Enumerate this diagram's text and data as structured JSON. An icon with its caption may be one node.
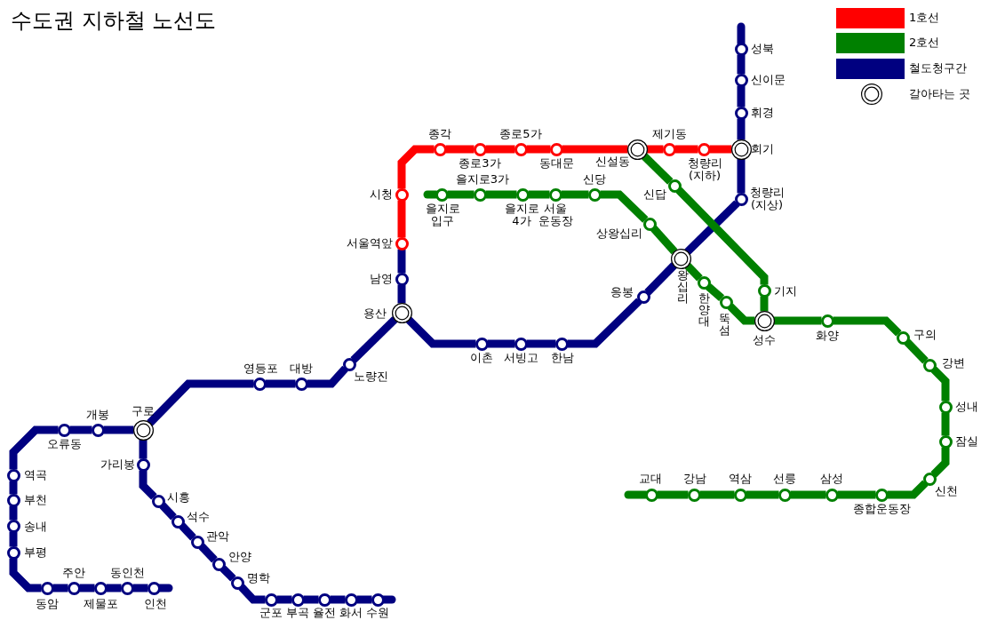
{
  "diagram": {
    "title": "수도권 지하철 노선도",
    "nodes": [
      {
        "text": [],
        "shape": "circle",
        "beside": [
          "서울역앞"
        ]
      },
      {
        "text": [],
        "shape": "circle",
        "beside": [
          "시청"
        ]
      },
      {
        "text": [],
        "shape": "circle",
        "beside": [
          "종각"
        ]
      },
      {
        "text": [],
        "shape": "circle",
        "beside": [
          "종로3가"
        ]
      },
      {
        "text": [],
        "shape": "circle",
        "beside": [
          "종로5가"
        ]
      },
      {
        "text": [],
        "shape": "circle",
        "beside": [
          "동대문"
        ]
      },
      {
        "text": [],
        "shape": "ring",
        "beside": [
          "신설동"
        ]
      },
      {
        "text": [],
        "shape": "circle",
        "beside": [
          "제기동"
        ]
      },
      {
        "text": [],
        "shape": "circle",
        "beside": [
          "청량리 (지하)"
        ]
      },
      {
        "text": [],
        "shape": "ring",
        "beside": [
          "회기"
        ]
      },
      {
        "text": [],
        "shape": "circle",
        "beside": [
          "성북"
        ]
      },
      {
        "text": [],
        "shape": "circle",
        "beside": [
          "신이문"
        ]
      },
      {
        "text": [],
        "shape": "circle",
        "beside": [
          "휘경"
        ]
      },
      {
        "text": [],
        "shape": "circle",
        "beside": [
          "청량리 (지상)"
        ]
      },
      {
        "text": [],
        "shape": "circle",
        "beside": [
          "을지로 입구"
        ]
      },
      {
        "text": [],
        "shape": "circle",
        "beside": [
          "을지로3가"
        ]
      },
      {
        "text": [],
        "shape": "circle",
        "beside": [
          "을지로 4가"
        ]
      },
      {
        "text": [],
        "shape": "circle",
        "beside": [
          "서울 운동장"
        ]
      },
      {
        "text": [],
        "shape": "circle",
        "beside": [
          "신당"
        ]
      },
      {
        "text": [],
        "shape": "circle",
        "beside": [
          "상왕십리"
        ]
      },
      {
        "text": [],
        "shape": "ring",
        "beside": [
          "왕십리"
        ]
      },
      {
        "text": [],
        "shape": "circle",
        "beside": [
          "한양대"
        ]
      },
      {
        "text": [],
        "shape": "circle",
        "beside": [
          "뚝섬"
        ]
      },
      {
        "text": [],
        "shape": "ring",
        "beside": [
          "성수"
        ]
      },
      {
        "text": [],
        "shape": "circle",
        "beside": [
          "신답"
        ]
      },
      {
        "text": [],
        "shape": "circle",
        "beside": [
          "기지"
        ]
      },
      {
        "text": [],
        "shape": "circle",
        "beside": [
          "화양"
        ]
      },
      {
        "text": [],
        "shape": "circle",
        "beside": [
          "구의"
        ]
      },
      {
        "text": [],
        "shape": "circle",
        "beside": [
          "강변"
        ]
      },
      {
        "text": [],
        "shape": "circle",
        "beside": [
          "성내"
        ]
      },
      {
        "text": [],
        "shape": "circle",
        "beside": [
          "잠실"
        ]
      },
      {
        "text": [],
        "shape": "circle",
        "beside": [
          "신천"
        ]
      },
      {
        "text": [],
        "shape": "circle",
        "beside": [
          "종합운동장"
        ]
      },
      {
        "text": [],
        "shape": "circle",
        "beside": [
          "삼성"
        ]
      },
      {
        "text": [],
        "shape": "circle",
        "beside": [
          "선릉"
        ]
      },
      {
        "text": [],
        "shape": "circle",
        "beside": [
          "역삼"
        ]
      },
      {
        "text": [],
        "shape": "circle",
        "beside": [
          "강남"
        ]
      },
      {
        "text": [],
        "shape": "circle",
        "beside": [
          "교대"
        ]
      },
      {
        "text": [],
        "shape": "circle",
        "beside": [
          "응봉"
        ]
      },
      {
        "text": [],
        "shape": "circle",
        "beside": [
          "한남"
        ]
      },
      {
        "text": [],
        "shape": "circle",
        "beside": [
          "서빙고"
        ]
      },
      {
        "text": [],
        "shape": "circle",
        "beside": [
          "이촌"
        ]
      },
      {
        "text": [],
        "shape": "ring",
        "beside": [
          "용산"
        ]
      },
      {
        "text": [],
        "shape": "circle",
        "beside": [
          "남영"
        ]
      },
      {
        "text": [],
        "shape": "circle",
        "beside": [
          "노량진"
        ]
      },
      {
        "text": [],
        "shape": "circle",
        "beside": [
          "대방"
        ]
      },
      {
        "text": [],
        "shape": "circle",
        "beside": [
          "영등포"
        ]
      },
      {
        "text": [],
        "shape": "ring",
        "beside": [
          "구로"
        ]
      },
      {
        "text": [],
        "shape": "circle",
        "beside": [
          "개봉"
        ]
      },
      {
        "text": [],
        "shape": "circle",
        "beside": [
          "오류동"
        ]
      },
      {
        "text": [],
        "shape": "circle",
        "beside": [
          "역곡"
        ]
      },
      {
        "text": [],
        "shape": "circle",
        "beside": [
          "부천"
        ]
      },
      {
        "text": [],
        "shape": "circle",
        "beside": [
          "송내"
        ]
      },
      {
        "text": [],
        "shape": "circle",
        "beside": [
          "부평"
        ]
      },
      {
        "text": [],
        "shape": "circle",
        "beside": [
          "동암"
        ]
      },
      {
        "text": [],
        "shape": "circle",
        "beside": [
          "주안"
        ]
      },
      {
        "text": [],
        "shape": "circle",
        "beside": [
          "제물포"
        ]
      },
      {
        "text": [],
        "shape": "circle",
        "beside": [
          "동인천"
        ]
      },
      {
        "text": [],
        "shape": "circle",
        "beside": [
          "인천"
        ]
      },
      {
        "text": [],
        "shape": "circle",
        "beside": [
          "가리봉"
        ]
      },
      {
        "text": [],
        "shape": "circle",
        "beside": [
          "시흥"
        ]
      },
      {
        "text": [],
        "shape": "circle",
        "beside": [
          "석수"
        ]
      },
      {
        "text": [],
        "shape": "circle",
        "beside": [
          "관악"
        ]
      },
      {
        "text": [],
        "shape": "circle",
        "beside": [
          "안양"
        ]
      },
      {
        "text": [],
        "shape": "circle",
        "beside": [
          "명학"
        ]
      },
      {
        "text": [],
        "shape": "circle",
        "beside": [
          "군포"
        ]
      },
      {
        "text": [],
        "shape": "circle",
        "beside": [
          "부곡"
        ]
      },
      {
        "text": [],
        "shape": "circle",
        "beside": [
          "율전"
        ]
      },
      {
        "text": [],
        "shape": "circle",
        "beside": [
          "화서"
        ]
      },
      {
        "text": [],
        "shape": "circle",
        "beside": [
          "수원"
        ]
      }
    ],
    "edges": [
      {
        "from": 0,
        "to": 1,
        "arrow": "none",
        "color": "#ff0000"
      },
      {
        "from": 1,
        "to": 2,
        "arrow": "none",
        "color": "#ff0000"
      },
      {
        "from": 2,
        "to": 3,
        "arrow": "none",
        "color": "#ff0000"
      },
      {
        "from": 3,
        "to": 4,
        "arrow": "none",
        "color": "#ff0000"
      },
      {
        "from": 4,
        "to": 5,
        "arrow": "none",
        "color": "#ff0000"
      },
      {
        "from": 5,
        "to": 6,
        "arrow": "none",
        "color": "#ff0000"
      },
      {
        "from": 6,
        "to": 7,
        "arrow": "none",
        "color": "#ff0000"
      },
      {
        "from": 7,
        "to": 8,
        "arrow": "none",
        "color": "#ff0000"
      },
      {
        "from": 8,
        "to": 9,
        "arrow": "none",
        "color": "#ff0000"
      },
      {
        "from": null,
        "to": 10,
        "arrow": "none"
      },
      {
        "from": 10,
        "to": 11,
        "arrow": "none"
      },
      {
        "from": 11,
        "to": 12,
        "arrow": "none"
      },
      {
        "from": 12,
        "to": 9,
        "arrow": "none"
      },
      {
        "from": 9,
        "to": 13,
        "arrow": "none"
      },
      {
        "from": 13,
        "to": 20,
        "arrow": "none"
      },
      {
        "from": 20,
        "to": 38,
        "arrow": "none"
      },
      {
        "from": null,
        "to": 14,
        "arrow": "none",
        "color": "#008000"
      },
      {
        "from": 14,
        "to": 15,
        "arrow": "none",
        "color": "#008000"
      },
      {
        "from": 15,
        "to": 16,
        "arrow": "none",
        "color": "#008000"
      },
      {
        "from": 16,
        "to": 17,
        "arrow": "none",
        "color": "#008000"
      },
      {
        "from": 17,
        "to": 18,
        "arrow": "none",
        "color": "#008000"
      },
      {
        "from": 18,
        "to": 19,
        "arrow": "none",
        "color": "#008000"
      },
      {
        "from": 19,
        "to": 20,
        "arrow": "none",
        "color": "#008000"
      },
      {
        "from": 20,
        "to": 21,
        "arrow": "none",
        "color": "#008000"
      },
      {
        "from": 21,
        "to": 22,
        "arrow": "none",
        "color": "#008000"
      },
      {
        "from": 22,
        "to": 23,
        "arrow": "none",
        "color": "#008000"
      },
      {
        "from": 6,
        "to": 24,
        "arrow": "none",
        "color": "#008000"
      },
      {
        "from": 24,
        "to": 25,
        "arrow": "none",
        "color": "#008000"
      },
      {
        "from": 25,
        "to": 23,
        "arrow": "none",
        "color": "#008000"
      },
      {
        "from": 23,
        "to": 26,
        "arrow": "none",
        "color": "#008000"
      },
      {
        "from": 26,
        "to": 27,
        "arrow": "none",
        "color": "#008000"
      },
      {
        "from": 27,
        "to": 28,
        "arrow": "none",
        "color": "#008000"
      },
      {
        "from": 28,
        "to": 29,
        "arrow": "none",
        "color": "#008000"
      },
      {
        "from": 29,
        "to": 30,
        "arrow": "none",
        "color": "#008000"
      },
      {
        "from": 30,
        "to": 31,
        "arrow": "none",
        "color": "#008000"
      },
      {
        "from": 31,
        "to": 32,
        "arrow": "none",
        "color": "#008000"
      },
      {
        "from": 32,
        "to": 33,
        "arrow": "none",
        "color": "#008000"
      },
      {
        "from": 33,
        "to": 34,
        "arrow": "none",
        "color": "#008000"
      },
      {
        "from": 34,
        "to": 35,
        "arrow": "none",
        "color": "#008000"
      },
      {
        "from": 35,
        "to": 36,
        "arrow": "none",
        "color": "#008000"
      },
      {
        "from": 36,
        "to": 37,
        "arrow": "none",
        "color": "#008000"
      },
      {
        "from": 37,
        "to": null,
        "arrow": "none",
        "color": "#008000"
      },
      {
        "from": 38,
        "to": 39,
        "arrow": "none"
      },
      {
        "from": 39,
        "to": 40,
        "arrow": "none"
      },
      {
        "from": 40,
        "to": 41,
        "arrow": "none"
      },
      {
        "from": 41,
        "to": 42,
        "arrow": "none"
      },
      {
        "from": 42,
        "to": 43,
        "arrow": "none"
      },
      {
        "from": 43,
        "to": 0,
        "arrow": "none"
      },
      {
        "from": 42,
        "to": 44,
        "arrow": "none"
      },
      {
        "from": 44,
        "to": 45,
        "arrow": "none"
      },
      {
        "from": 45,
        "to": 46,
        "arrow": "none"
      },
      {
        "from": 46,
        "to": 47,
        "arrow": "none"
      },
      {
        "from": 47,
        "to": 48,
        "arrow": "none"
      },
      {
        "from": 48,
        "to": 49,
        "arrow": "none"
      },
      {
        "from": 49,
        "to": 50,
        "arrow": "none"
      },
      {
        "from": 50,
        "to": 51,
        "arrow": "none"
      },
      {
        "from": 51,
        "to": 52,
        "arrow": "none"
      },
      {
        "from": 52,
        "to": 53,
        "arrow": "none"
      },
      {
        "from": 53,
        "to": 54,
        "arrow": "none"
      },
      {
        "from": 54,
        "to": 55,
        "arrow": "none"
      },
      {
        "from": 55,
        "to": 56,
        "arrow": "none"
      },
      {
        "from": 56,
        "to": 57,
        "arrow": "none"
      },
      {
        "from": 57,
        "to": 58,
        "arrow": "none"
      },
      {
        "from": 58,
        "to": null,
        "arrow": "none"
      },
      {
        "from": 47,
        "to": 59,
        "arrow": "none"
      },
      {
        "from": 59,
        "to": 60,
        "arrow": "none"
      },
      {
        "from": 60,
        "to": 61,
        "arrow": "none"
      },
      {
        "from": 61,
        "to": 62,
        "arrow": "none"
      },
      {
        "from": 62,
        "to": 63,
        "arrow": "none"
      },
      {
        "from": 63,
        "to": 64,
        "arrow": "none"
      },
      {
        "from": 64,
        "to": 65,
        "arrow": "none"
      },
      {
        "from": 65,
        "to": 66,
        "arrow": "none"
      },
      {
        "from": 66,
        "to": 67,
        "arrow": "none"
      },
      {
        "from": 67,
        "to": 68,
        "arrow": "none"
      },
      {
        "from": 68,
        "to": 69,
        "arrow": "none"
      },
      {
        "from": 69,
        "to": null,
        "arrow": "none"
      }
    ],
    "legend": [
      {
        "text": "1호선",
        "color": "#ff0000"
      },
      {
        "text": "2호선",
        "color": "#008000"
      },
      {
        "text": "철도청구간",
        "color": "#000080"
      },
      {
        "text": "갈아타는 곳"
      }
    ]
  }
}
